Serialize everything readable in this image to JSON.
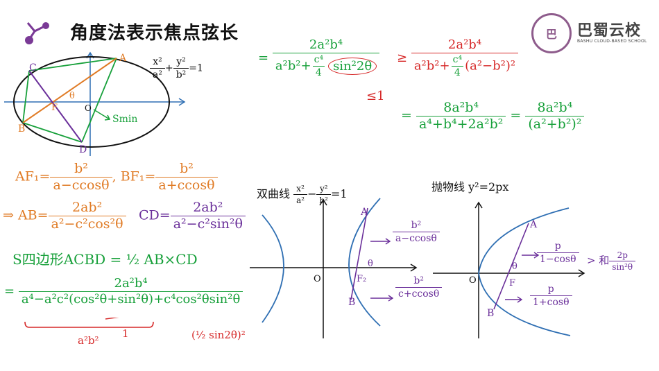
{
  "header": {
    "title": "角度法表示焦点弦长",
    "logo_mark": "巴",
    "logo_name": "巴蜀云校",
    "logo_subtitle": "BASHU CLOUD-BASED SCHOOL"
  },
  "ellipse_figure": {
    "eq_x_num": "x²",
    "eq_x_den": "a²",
    "eq_y_num": "y²",
    "eq_y_den": "b²",
    "eq_rhs": "=1",
    "label_A": "A",
    "label_B": "B",
    "label_C": "C",
    "label_D": "D",
    "label_F": "F",
    "label_O": "O",
    "label_theta": "θ",
    "label_smin": "Smin"
  },
  "left_derivation": {
    "af_lhs": "AF₁=",
    "af_num": "b²",
    "af_den": "a−ccosθ",
    "comma": ",",
    "bf_lhs": "BF₁=",
    "bf_num": "b²",
    "bf_den": "a+ccosθ",
    "ab_lhs": "⇒ AB=",
    "ab_num": "2ab²",
    "ab_den": "a²−c²cos²θ",
    "cd_lhs": "CD=",
    "cd_num": "2ab²",
    "cd_den": "a²−c²sin²θ",
    "s_line": "S四边形ACBD = ½ AB×CD",
    "eq_sign": "=",
    "big_num": "2a²b⁴",
    "big_den": "a⁴−a²c²(cos²θ+sin²θ)+c⁴cos²θsin²θ",
    "under_a2b2": "a²b²",
    "under_one": "1",
    "under_half": "(½ sin2θ)²"
  },
  "right_derivation": {
    "eq_sign": "=",
    "l1_num": "2a²b⁴",
    "l1_den_a": "a²b²+",
    "l1_den_c4": "c⁴",
    "l1_den_4": "4",
    "l1_den_sin": "sin²2θ",
    "le_one": "≤1",
    "ge_sign": "≥",
    "r1_num": "2a²b⁴",
    "r1_den_a": "a²b²+",
    "r1_den_c4": "c⁴",
    "r1_den_4": "4",
    "r1_den_tail": "(a²−b²)²",
    "l2_num": "8a²b⁴",
    "l2_den": "a⁴+b⁴+2a²b²",
    "r2_num": "8a²b⁴",
    "r2_den": "(a²+b²)²"
  },
  "hyperbola_figure": {
    "label": "双曲线",
    "eq_x_num": "x²",
    "eq_x_den": "a²",
    "eq_y_num": "y²",
    "eq_y_den": "b²",
    "eq_rhs": "=1",
    "label_A": "A",
    "label_B": "B",
    "label_F": "F₂",
    "label_O": "O",
    "label_theta": "θ",
    "af_num": "b²",
    "af_den": "a−ccosθ",
    "bf_num": "b²",
    "bf_den": "c+ccosθ"
  },
  "parabola_figure": {
    "label": "抛物线",
    "equation": "y²=2px",
    "label_A": "A",
    "label_B": "B",
    "label_F": "F",
    "label_O": "O",
    "label_theta": "θ",
    "af_num": "p",
    "af_den": "1−cosθ",
    "bf_num": "p",
    "bf_den": "1+cosθ",
    "sum_prefix": "> 和",
    "sum_num": "2p",
    "sum_den": "sin²θ"
  }
}
